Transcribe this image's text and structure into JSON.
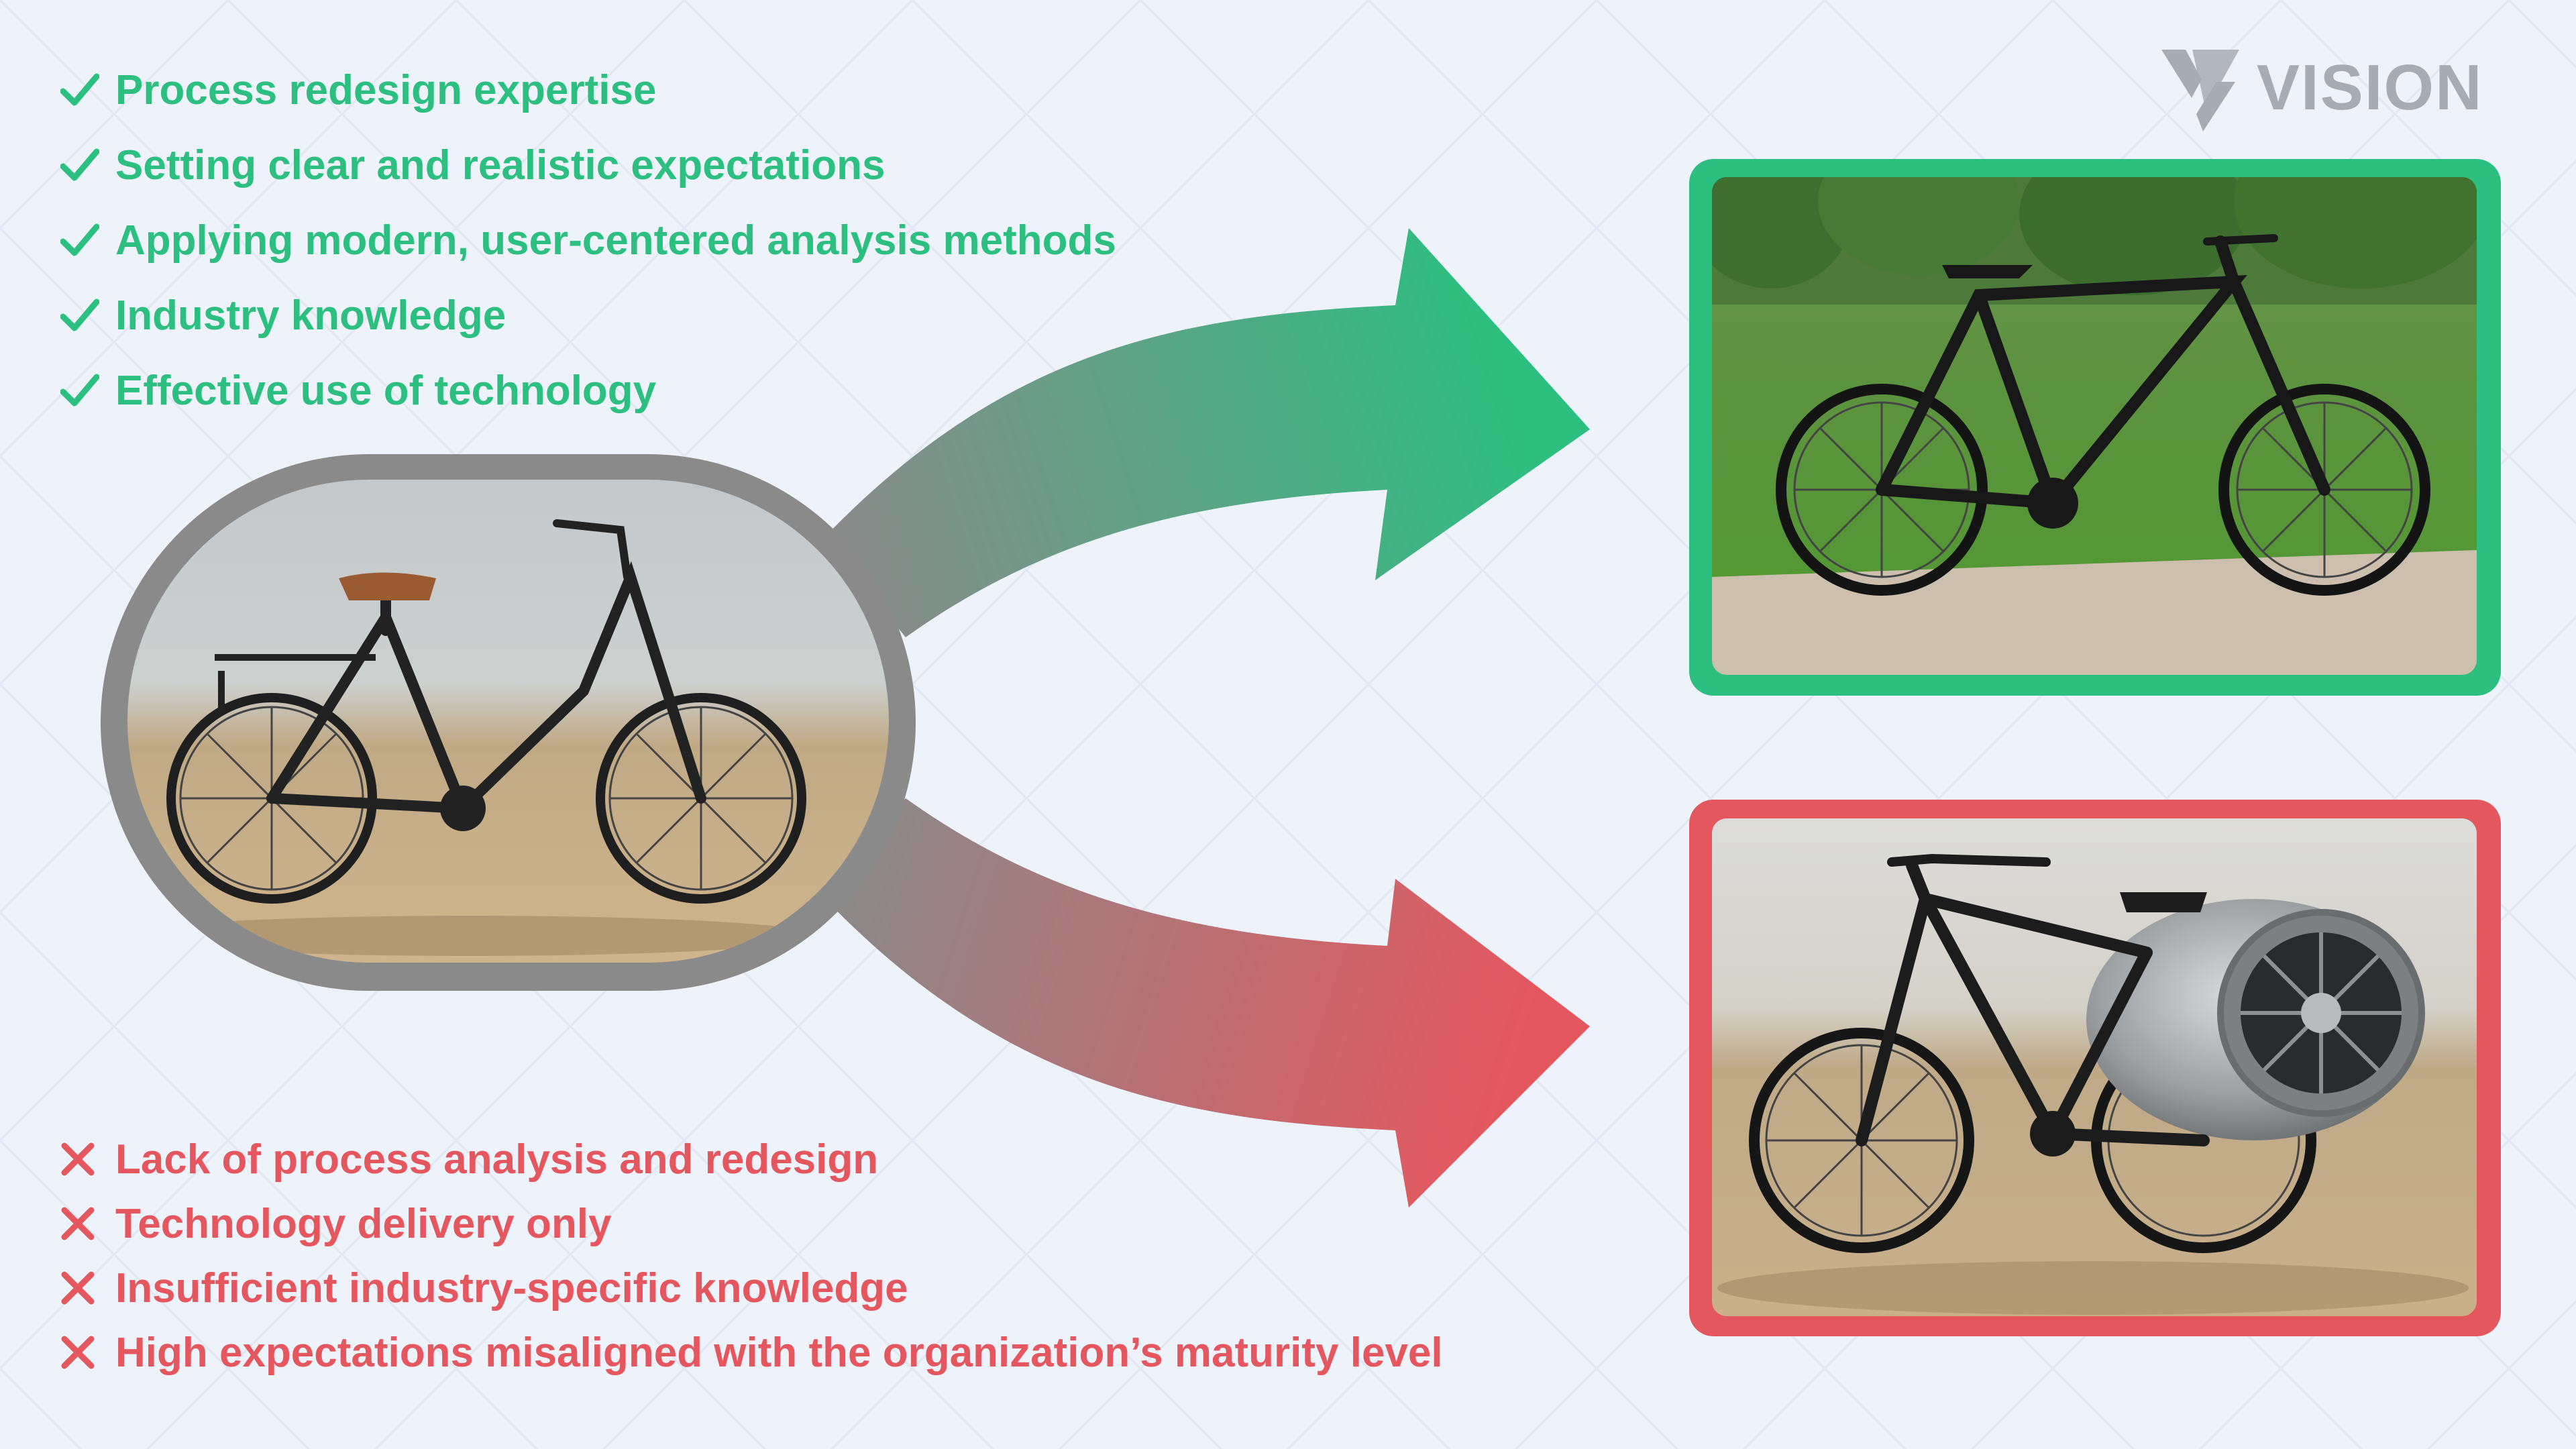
{
  "good_factors": [
    "Process redesign expertise",
    "Setting clear and realistic expectations",
    "Applying modern, user-centered analysis methods",
    "Industry knowledge",
    "Effective use of technology"
  ],
  "bad_factors": [
    "Lack of process analysis and redesign",
    "Technology delivery only",
    "Insufficient industry-specific knowledge",
    "High expectations misaligned with the organization’s maturity level"
  ],
  "logo": {
    "text": "VISION"
  },
  "icons": {
    "good": "check-icon",
    "bad": "cross-icon",
    "start_image": "classic-city-bicycle-image",
    "good_image": "modern-commuter-bicycle-image",
    "bad_image": "jet-engine-bicycle-image"
  },
  "colors": {
    "good": "#2cbf80",
    "bad": "#e5575f",
    "neutral": "#828282",
    "background": "#eef2fa",
    "logo": "#a6acb5"
  }
}
